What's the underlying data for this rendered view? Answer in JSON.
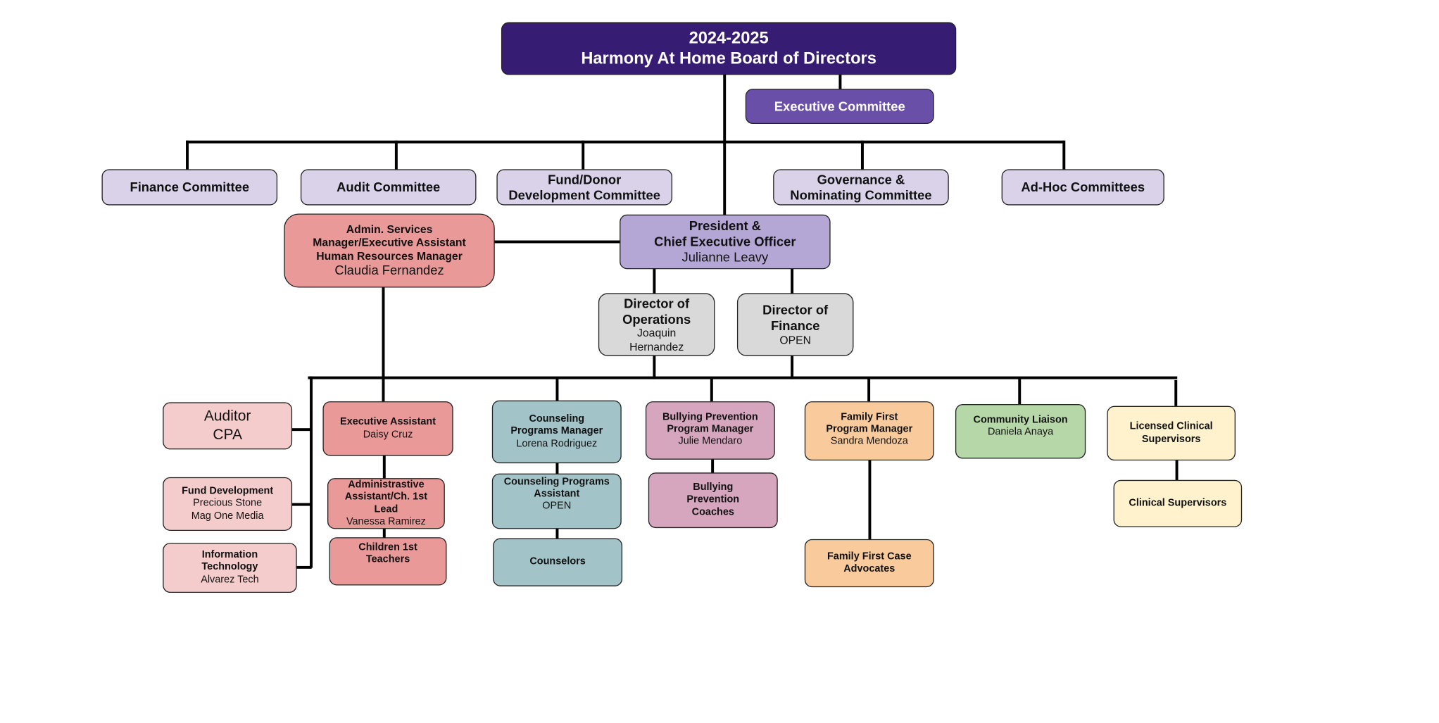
{
  "board": {
    "year": "2024-2025",
    "title": "Harmony At Home Board of Directors"
  },
  "executive_committee": "Executive Committee",
  "committees": [
    {
      "line1": "Finance Committee"
    },
    {
      "line1": "Audit Committee"
    },
    {
      "line1": "Fund/Donor",
      "line2": "Development Committee"
    },
    {
      "line1": "Governance &",
      "line2": "Nominating Committee"
    },
    {
      "line1": "Ad-Hoc Committees"
    }
  ],
  "admin": {
    "line1": "Admin.  Services",
    "line2": "Manager/Executive Assistant",
    "line3": "Human Resources Manager",
    "name": "Claudia Fernandez"
  },
  "ceo": {
    "line1": "President &",
    "line2": "Chief Executive Officer",
    "name": "Julianne Leavy"
  },
  "dir_ops": {
    "line1": "Director of",
    "line2": "Operations",
    "name1": "Joaquin",
    "name2": "Hernandez"
  },
  "dir_fin": {
    "line1": "Director of",
    "line2": "Finance",
    "name": "OPEN"
  },
  "auditor": {
    "line1": "Auditor",
    "line2": "CPA"
  },
  "fund_dev": {
    "title": "Fund Development",
    "name1": "Precious Stone",
    "name2": "Mag One Media"
  },
  "it": {
    "line1": "Information",
    "line2": "Technology",
    "name": "Alvarez Tech"
  },
  "exec_assistant": {
    "title": "Executive  Assistant",
    "name": "Daisy Cruz"
  },
  "admin_assistant": {
    "line1": "Administrastive",
    "line2": "Assistant/Ch. 1st",
    "line3": "Lead",
    "name": "Vanessa Ramirez"
  },
  "children_teachers": {
    "line1": "Children 1st",
    "line2": "Teachers"
  },
  "counseling_mgr": {
    "line1": "Counseling",
    "line2": "Programs Manager",
    "name": "Lorena Rodriguez"
  },
  "counseling_asst": {
    "line1": "Counseling Programs",
    "line2": "Assistant",
    "name": "OPEN"
  },
  "counselors": "Counselors",
  "bully_mgr": {
    "line1": "Bullying Prevention",
    "line2": "Program Manager",
    "name": "Julie Mendaro"
  },
  "bully_coaches": {
    "line1": "Bullying",
    "line2": "Prevention",
    "line3": "Coaches"
  },
  "family_mgr": {
    "line1": "Family First",
    "line2": "Program Manager",
    "name": "Sandra Mendoza"
  },
  "family_adv": {
    "line1": "Family First Case",
    "line2": "Advocates"
  },
  "liaison": {
    "title": "Community Liaison",
    "name": "Daniela Anaya"
  },
  "lcs": {
    "line1": "Licensed Clinical",
    "line2": "Supervisors"
  },
  "clinical_sup": "Clinical Supervisors",
  "colors": {
    "board": "#361c73",
    "executive": "#6a4fa8",
    "committee": "#d9d2e9",
    "ceo": "#b4a7d6",
    "admin": "#ea9999",
    "director": "#d9d9d9",
    "light_pink": "#f4cccc",
    "teal": "#a2c4c9",
    "mauve": "#d5a6bd",
    "orange": "#f9cb9c",
    "green": "#b6d7a8",
    "yellow": "#fff2cc"
  }
}
